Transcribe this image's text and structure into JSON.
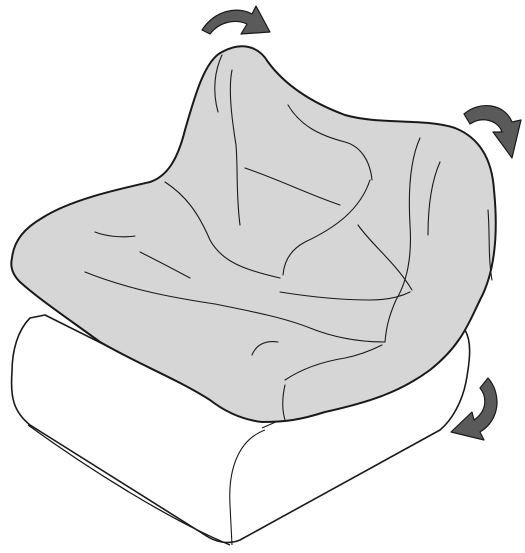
{
  "illustration": {
    "subject": "seat-cushion-with-cover",
    "colors": {
      "background": "#ffffff",
      "cover_fill": "#d6d6d6",
      "cushion_fill": "#ffffff",
      "outline": "#1a1a1a",
      "arrow_fill": "#5a5a5a"
    },
    "arrows": [
      {
        "name": "arrow-top",
        "icon": "curved-arrow-right-icon"
      },
      {
        "name": "arrow-right-upper",
        "icon": "curved-arrow-down-icon"
      },
      {
        "name": "arrow-right-lower",
        "icon": "curved-arrow-down-left-icon"
      }
    ]
  }
}
